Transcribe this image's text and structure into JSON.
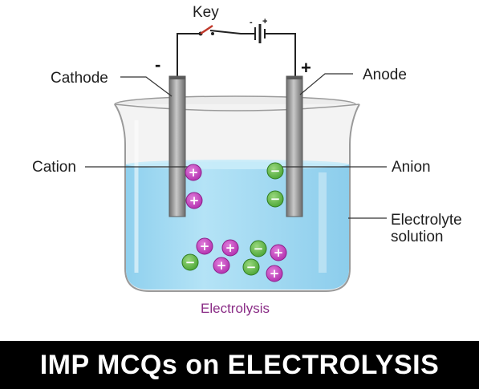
{
  "labels": {
    "key": "Key",
    "cathode": "Cathode",
    "anode": "Anode",
    "cation": "Cation",
    "anion": "Anion",
    "electrolyte_line1": "Electrolyte",
    "electrolyte_line2": "solution",
    "caption": "Electrolysis",
    "cathode_sign": "-",
    "anode_sign": "+",
    "battery_minus": "-",
    "battery_plus": "+",
    "cation_sign": "+",
    "anion_sign": "−"
  },
  "banner": {
    "title": "IMP MCQs on ELECTROLYSIS"
  },
  "colors": {
    "solution": "#a9dcf3",
    "cation": "#c63ec0",
    "anion": "#5fbf48",
    "electrode": "#8d8d8d",
    "caption": "#8a2c86",
    "banner": "#000000"
  }
}
